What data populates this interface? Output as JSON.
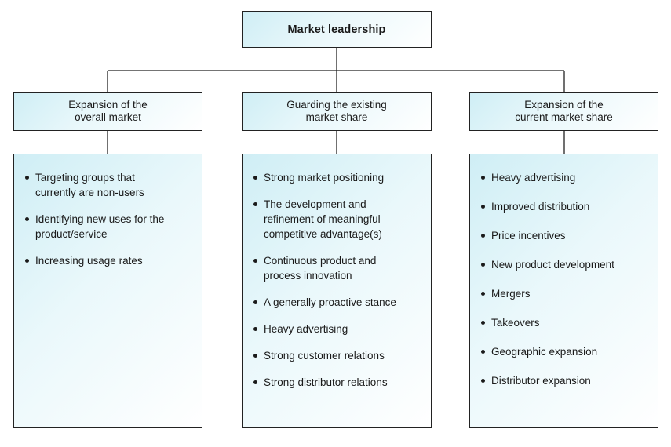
{
  "root": {
    "label": "Market leadership"
  },
  "columns": [
    {
      "heading": "Expansion of the\noverall market",
      "items": [
        "Targeting groups that\ncurrently are non-users",
        "Identifying new uses for the\nproduct/service",
        "Increasing usage rates"
      ]
    },
    {
      "heading": "Guarding the existing\nmarket share",
      "items": [
        "Strong market positioning",
        "The development and\nrefinement of meaningful\ncompetitive advantage(s)",
        "Continuous product and\nprocess innovation",
        "A generally proactive stance",
        "Heavy advertising",
        "Strong customer relations",
        "Strong distributor relations"
      ]
    },
    {
      "heading": "Expansion of the\ncurrent market share",
      "items": [
        "Heavy advertising",
        "Improved distribution",
        "Price incentives",
        "New product development",
        "Mergers",
        "Takeovers",
        "Geographic expansion",
        "Distributor expansion"
      ]
    }
  ],
  "colors": {
    "border": "#222222",
    "fill_start": "#cfeef5",
    "fill_end": "#ffffff"
  }
}
